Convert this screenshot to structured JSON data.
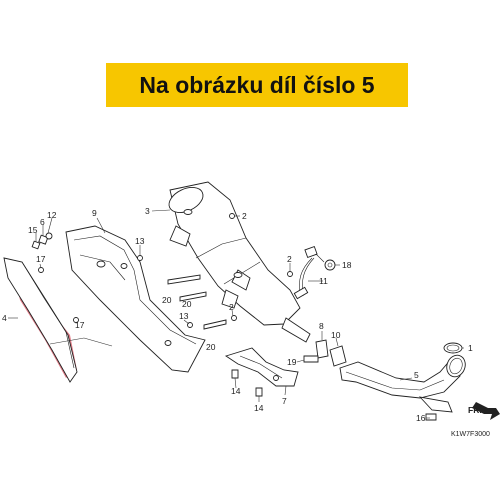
{
  "banner": {
    "text": "Na obrázku díl číslo 5",
    "background": "#f7c600"
  },
  "callouts": {
    "c1": "1",
    "c2a": "2",
    "c2b": "2",
    "c2c": "2",
    "c3": "3",
    "c4": "4",
    "c5": "5",
    "c6": "6",
    "c7": "7",
    "c8": "8",
    "c9": "9",
    "c10": "10",
    "c11": "11",
    "c12": "12",
    "c13a": "13",
    "c13b": "13",
    "c14a": "14",
    "c14b": "14",
    "c15": "15",
    "c16": "16",
    "c17a": "17",
    "c17b": "17",
    "c18": "18",
    "c19": "19",
    "c20a": "20",
    "c20b": "20",
    "c20c": "20"
  },
  "direction_label": "FR.",
  "diagram_code": "K1W7F3000",
  "colors": {
    "shadow": "#e07b86",
    "line": "#222222"
  }
}
